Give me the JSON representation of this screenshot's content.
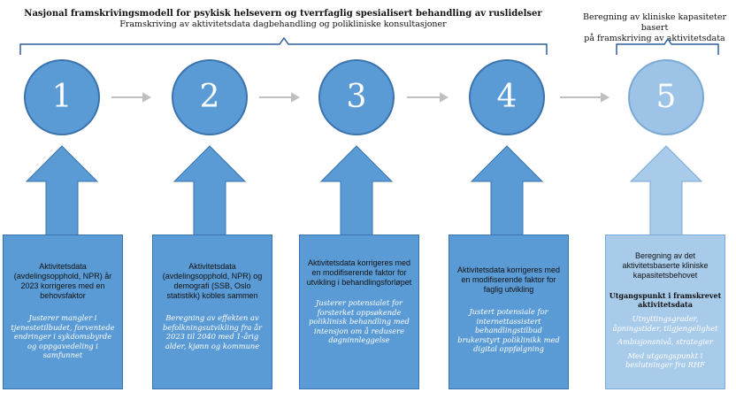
{
  "header": {
    "title": "Nasjonal framskrivingsmodell for psykisk helsevern og tverrfaglig spesialisert behandling av ruslidelser",
    "subtitle": "Framskriving av aktivitetsdata dagbehandling og polikliniske konsultasjoner",
    "right_title_line1": "Beregning av kliniske kapasiteter basert",
    "right_title_line2": "på framskriving av aktivitetsdata"
  },
  "steps": [
    {
      "number": "1",
      "title": "Aktivitetsdata (avdelingsopphold, NPR) år 2023 korrigeres med en behovsfaktor",
      "note": "Justerer mangler i tjenestetilbudet, forventede endringer i sykdomsbyrde og oppgavedeling i samfunnet"
    },
    {
      "number": "2",
      "title": "Aktivitetsdata (avdelingsopphold, NPR) og demografi (SSB, Oslo statistikk) kobles sammen",
      "note": "Beregning av effekten av befolkningsutvikling fra år 2023 til 2040 med 1-årig alder, kjønn og kommune"
    },
    {
      "number": "3",
      "title": "Aktivitetsdata korrigeres med en modifiserende faktor for utvikling i behandlingsforløpet",
      "note": "Justerer potensialet for forsterket oppsøkende poliklinisk behandling med intensjon om å redusere døgninnleggelse"
    },
    {
      "number": "4",
      "title": "Aktivitetsdata korrigeres med en modifiserende faktor for faglig utvikling",
      "note": "Justert potensiale for internettassistert behandlingstilbud brukerstyrt poliklinikk med digital oppfølgning"
    },
    {
      "number": "5",
      "title": "Beregning av det aktivitetsbaserte kliniske kapasitetsbehovet",
      "bold": "Utgangspunkt i framskrevet aktivitetsdata",
      "notes": [
        "Utnyttingsgrader, åpningstider, tilgjengelighet",
        "Ambisjonsnivå, strategier",
        "Med utgangspunkt i beslutninger fra RHF"
      ]
    }
  ],
  "colors": {
    "step_fill": "#5b9bd5",
    "step_fill_light": "#9dc3e6",
    "bracket": "#2e5fa0",
    "connector": "#bfbfbf"
  }
}
